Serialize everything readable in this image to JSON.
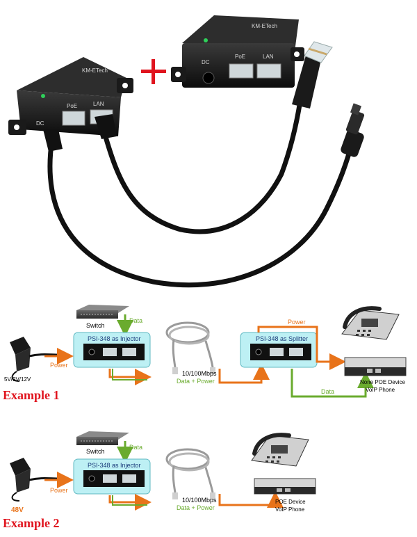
{
  "colors": {
    "power_arrow": "#e8731a",
    "data_arrow": "#6aab2e",
    "example_title": "#e0141e",
    "injector_box": "#bdf0f4",
    "plus_sign": "#e0141e"
  },
  "product": {
    "brand": "KM-ETech",
    "ports": {
      "dc": "DC",
      "poe": "PoE",
      "lan": "LAN"
    }
  },
  "example1": {
    "title": "Example 1",
    "switch_label": "Switch",
    "data_label": "Data",
    "power_label": "Power",
    "voltage_label": "5V/9V/12V",
    "injector_label": "PSI-348  as Injector",
    "cable_label_line1": "10/100Mbps",
    "cable_label_line2": "Data + Power",
    "splitter_label": "PSI-348  as Splitter",
    "splitter_power_label": "Power",
    "splitter_data_label": "Data",
    "device_label_line1": "None POE Device",
    "device_label_line2": "VoIP Phone"
  },
  "example2": {
    "title": "Example 2",
    "switch_label": "Switch",
    "data_label": "Data",
    "power_label": "Power",
    "voltage_label": "48V",
    "injector_label": "PSI-348  as Injector",
    "cable_label_line1": "10/100Mbps",
    "cable_label_line2": "Data + Power",
    "device_label_line1": "POE Device",
    "device_label_line2": "VoIP Phone"
  }
}
